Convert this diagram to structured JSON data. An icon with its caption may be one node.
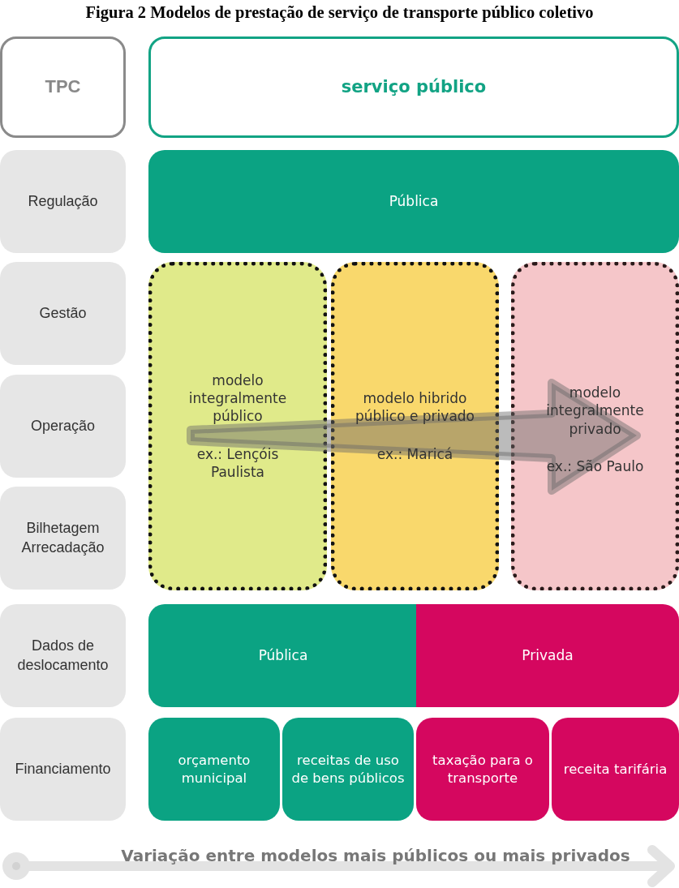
{
  "diagram": {
    "title": "Figura 2 Modelos de prestação de serviço de transporte público coletivo",
    "nodes": [
      {
        "text": [
          "TPC"
        ]
      },
      {
        "text": [
          "serviço público"
        ]
      },
      {
        "text": [
          "Regulação"
        ]
      },
      {
        "text": [
          "Pública"
        ]
      },
      {
        "text": [
          "Gestão"
        ]
      },
      {
        "text": [
          "Operação"
        ]
      },
      {
        "text": [
          "Bilhetagem Arrecadação"
        ]
      },
      {
        "text": [
          "modelo integralmente público",
          "ex.: Lençóis Paulista"
        ]
      },
      {
        "text": [
          "modelo hibrido público e privado",
          "ex.: Maricá"
        ]
      },
      {
        "text": [
          "modelo integralmente privado",
          "ex.: São Paulo"
        ]
      },
      {
        "text": [
          "Dados de deslocamento"
        ]
      },
      {
        "text": [
          "Pública"
        ]
      },
      {
        "text": [
          "Privada"
        ]
      },
      {
        "text": [
          "Financiamento"
        ]
      },
      {
        "text": [
          "orçamento municipal"
        ]
      },
      {
        "text": [
          "receitas de uso de bens públicos"
        ]
      },
      {
        "text": [
          "taxação para o transporte"
        ]
      },
      {
        "text": [
          "receita tarifária"
        ]
      }
    ],
    "edges": [
      {
        "from": 7,
        "to": 9,
        "arrow": "to",
        "style": "thick"
      }
    ],
    "labels": [
      "Variação entre modelos mais públicos ou mais privados"
    ]
  }
}
